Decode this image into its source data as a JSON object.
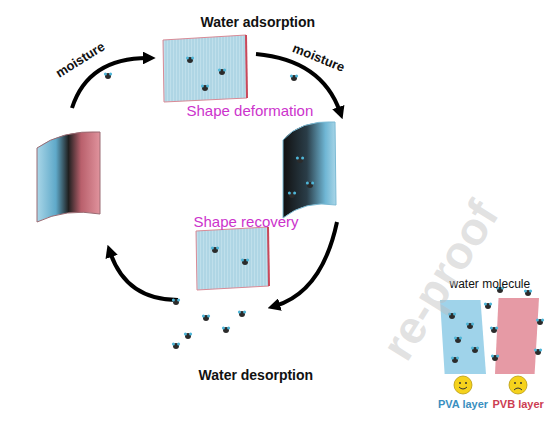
{
  "diagram": {
    "labels": [
      "Water adsorption",
      "moisture",
      "moisture",
      "Shape deformation",
      "Shape recovery",
      "Water desorption",
      "water molecule",
      "re-proof"
    ],
    "legend": [
      {
        "text": "PVA layer",
        "color": "#9fd3ea"
      },
      {
        "text": "PVB layer",
        "color": "#e69aa5"
      }
    ]
  }
}
